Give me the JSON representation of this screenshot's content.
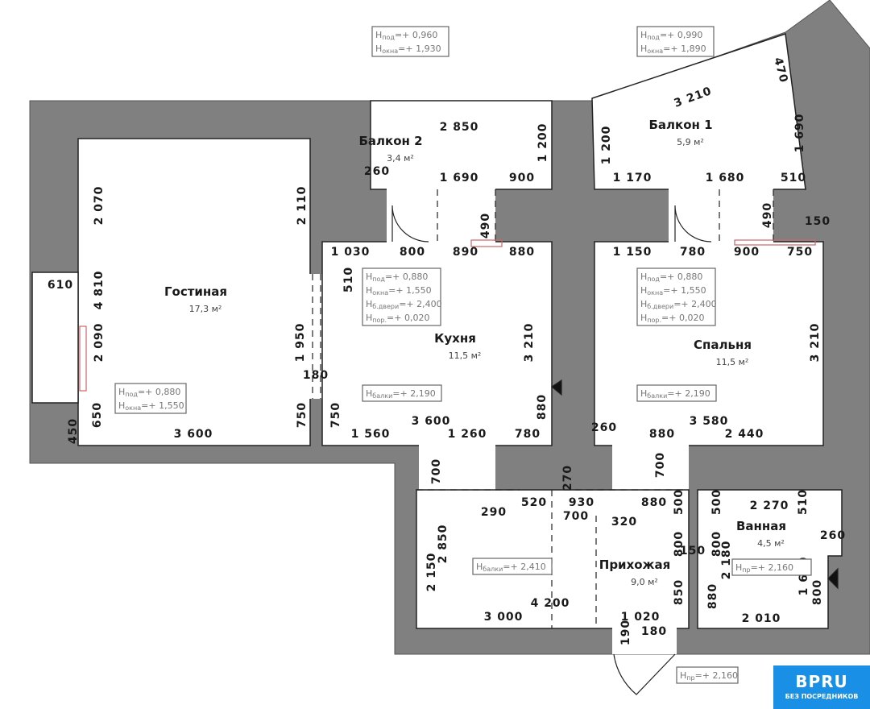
{
  "rooms": [
    {
      "name": "Гостиная",
      "area": "17,3 м²"
    },
    {
      "name": "Балкон 2",
      "area": "3,4 м²"
    },
    {
      "name": "Балкон 1",
      "area": "5,9 м²"
    },
    {
      "name": "Кухня",
      "area": "11,5 м²"
    },
    {
      "name": "Спальня",
      "area": "11,5 м²"
    },
    {
      "name": "Ванная",
      "area": "4,5 м²"
    },
    {
      "name": "Прихожая",
      "area": "9,0 м²"
    }
  ],
  "dimensions": [
    "2 850",
    "1 200",
    "260",
    "1 690",
    "900",
    "3 210",
    "1 690",
    "1 200",
    "1 170",
    "1 680",
    "510",
    "470",
    "150",
    "490",
    "490",
    "1 030",
    "800",
    "890",
    "880",
    "510",
    "3 210",
    "880",
    "3 600",
    "1 560",
    "1 260",
    "780",
    "750",
    "180",
    "1 950",
    "2 070",
    "4 810",
    "2 090",
    "650",
    "450",
    "610",
    "3 600",
    "2 110",
    "750",
    "1 150",
    "780",
    "900",
    "750",
    "3 210",
    "260",
    "3 580",
    "880",
    "2 440",
    "700",
    "700",
    "270",
    "290",
    "520",
    "930",
    "700",
    "880",
    "500",
    "320",
    "2 850",
    "2 150",
    "800",
    "150",
    "850",
    "4 200",
    "3 000",
    "1 020",
    "190",
    "180",
    "500",
    "2 270",
    "510",
    "260",
    "800",
    "2 180",
    "1 670",
    "880",
    "800",
    "2 010"
  ],
  "info_boxes": [
    [
      {
        "sub": "под",
        "value": "=+ 0,960"
      },
      {
        "sub": "окна",
        "value": "=+ 1,930"
      }
    ],
    [
      {
        "sub": "под",
        "value": "=+ 0,990"
      },
      {
        "sub": "окна",
        "value": "=+ 1,890"
      }
    ],
    [
      {
        "sub": "под",
        "value": "=+ 0,880"
      },
      {
        "sub": "окна",
        "value": "=+ 1,550"
      },
      {
        "sub": "б.двери",
        "value": "=+ 2,400"
      },
      {
        "sub": "пор.",
        "value": "=+ 0,020"
      }
    ],
    [
      {
        "sub": "под",
        "value": "=+ 0,880"
      },
      {
        "sub": "окна",
        "value": "=+ 1,550"
      },
      {
        "sub": "б.двери",
        "value": "=+ 2,400"
      },
      {
        "sub": "пор.",
        "value": "=+ 0,020"
      }
    ],
    [
      {
        "sub": "под",
        "value": "=+ 0,880"
      },
      {
        "sub": "окна",
        "value": "=+ 1,550"
      }
    ],
    [
      {
        "sub": "балки",
        "value": "=+ 2,190"
      }
    ],
    [
      {
        "sub": "балки",
        "value": "=+ 2,190"
      }
    ],
    [
      {
        "sub": "балки",
        "value": "=+ 2,410"
      }
    ],
    [
      {
        "sub": "пр",
        "value": "=+ 2,160"
      }
    ],
    [
      {
        "sub": "пр",
        "value": "=+ 2,160"
      }
    ]
  ],
  "info_letter": "H",
  "logo": {
    "title": "BPRU",
    "subtitle": "БЕЗ ПОСРЕДНИКОВ"
  },
  "colors": {
    "wall": "#808080",
    "logo": "#1a8fe6"
  }
}
